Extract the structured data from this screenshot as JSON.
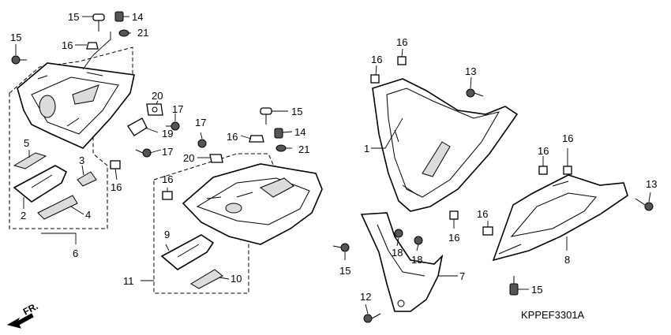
{
  "diagram": {
    "code": "KPPEF3301A",
    "direction_label": "FR.",
    "callouts": {
      "c1": "1",
      "c2": "2",
      "c3": "3",
      "c4": "4",
      "c5": "5",
      "c6": "6",
      "c7": "7",
      "c8": "8",
      "c9": "9",
      "c10": "10",
      "c11": "11",
      "c12": "12",
      "c13a": "13",
      "c13b": "13",
      "c14a": "14",
      "c14b": "14",
      "c15a": "15",
      "c15b": "15",
      "c15c": "15",
      "c15d": "15",
      "c15e": "15",
      "c16a": "16",
      "c16b": "16",
      "c16c": "16",
      "c16d": "16",
      "c16e": "16",
      "c16f": "16",
      "c16g": "16",
      "c16h": "16",
      "c16i": "16",
      "c16j": "16",
      "c17a": "17",
      "c17b": "17",
      "c17c": "17",
      "c18a": "18",
      "c18b": "18",
      "c19": "19",
      "c20a": "20",
      "c20b": "20",
      "c21a": "21",
      "c21b": "21"
    }
  }
}
